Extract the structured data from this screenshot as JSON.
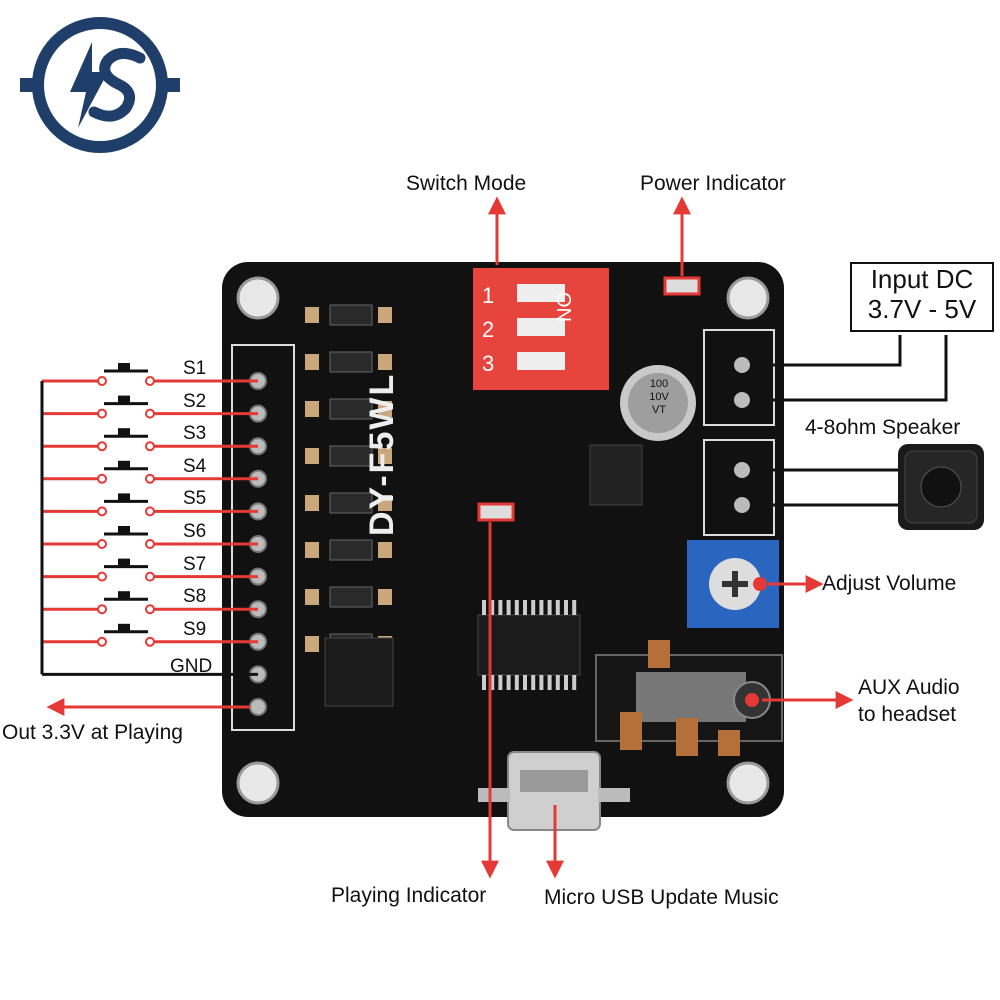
{
  "logo": {
    "mark": "IS",
    "icon": "lightning-s-logo-icon"
  },
  "board": {
    "model": "DY-F5WL",
    "dip_numbers": [
      "1",
      "2",
      "3"
    ],
    "dip_on": "ON",
    "cap_text": [
      "100",
      "10V",
      "VT"
    ]
  },
  "buttons": [
    "S1",
    "S2",
    "S3",
    "S4",
    "S5",
    "S6",
    "S7",
    "S8",
    "S9"
  ],
  "labels": {
    "switch_mode": "Switch Mode",
    "power_indicator": "Power Indicator",
    "input_dc_line1": "Input DC",
    "input_dc_line2": "3.7V - 5V",
    "speaker": "4-8ohm Speaker",
    "adjust_volume": "Adjust Volume",
    "aux_line1": "AUX Audio",
    "aux_line2": "to headset",
    "gnd": "GND",
    "out": "Out 3.3V at Playing",
    "playing_indicator": "Playing Indicator",
    "micro_usb": "Micro USB Update Music"
  },
  "colors": {
    "arrow": "#e53935",
    "logo": "#1f3f6a",
    "board": "#111111",
    "dip": "#e8443e",
    "pot": "#2a66c0"
  }
}
